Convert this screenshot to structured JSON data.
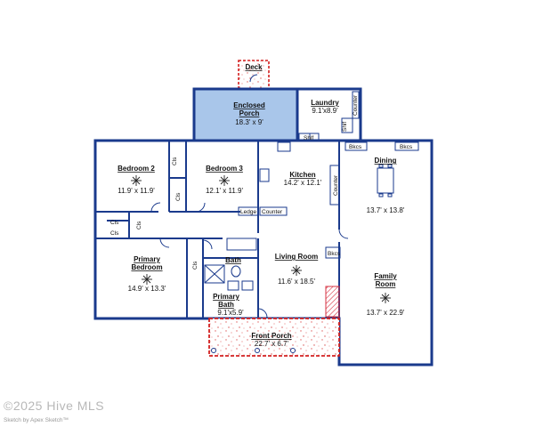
{
  "rooms": {
    "deck": {
      "name": "Deck"
    },
    "enclosed_porch": {
      "line1": "Enclosed",
      "line2": "Porch",
      "dims": "18.3' x 9'"
    },
    "laundry": {
      "name": "Laundry",
      "dims": "9.1'x8.9'"
    },
    "bedroom2": {
      "name": "Bedroom 2",
      "dims": "11.9' x 11.9'"
    },
    "bedroom3": {
      "name": "Bedroom 3",
      "dims": "12.1' x 11.9'"
    },
    "kitchen": {
      "name": "Kitchen",
      "dims": "14.2' x 12.1'"
    },
    "dining": {
      "name": "Dining",
      "dims": "13.7' x 13.8'"
    },
    "bath": {
      "name": "Bath"
    },
    "living_room": {
      "name": "Living Room",
      "dims": "11.6' x 18.5'"
    },
    "primary_bedroom": {
      "line1": "Primary",
      "line2": "Bedroom",
      "dims": "14.9' x 13.3'"
    },
    "primary_bath": {
      "line1": "Primary",
      "line2": "Bath",
      "dims": "9.1'x5.9'"
    },
    "family_room": {
      "line1": "Family",
      "line2": "Room",
      "dims": "13.7' x 22.9'"
    },
    "front_porch": {
      "name": "Front Porch",
      "dims": "22.7' x 6.7'"
    }
  },
  "small_labels": {
    "shlf": "Shlf",
    "bkcs": "Bkcs",
    "cls": "Cls",
    "counter": "Counter",
    "ledge": "Ledge",
    "counter_laundry": "Counter",
    "shelf_laundry": "Shlf"
  },
  "footer": {
    "copyright": "©2025 Hive MLS",
    "credit": "Sketch by Apex Sketch™"
  },
  "colors": {
    "wall": "#1a3a8c",
    "enclosed_porch_fill": "#a9c6ea",
    "front_porch_border": "#d32020",
    "fireplace": "#d63040"
  }
}
